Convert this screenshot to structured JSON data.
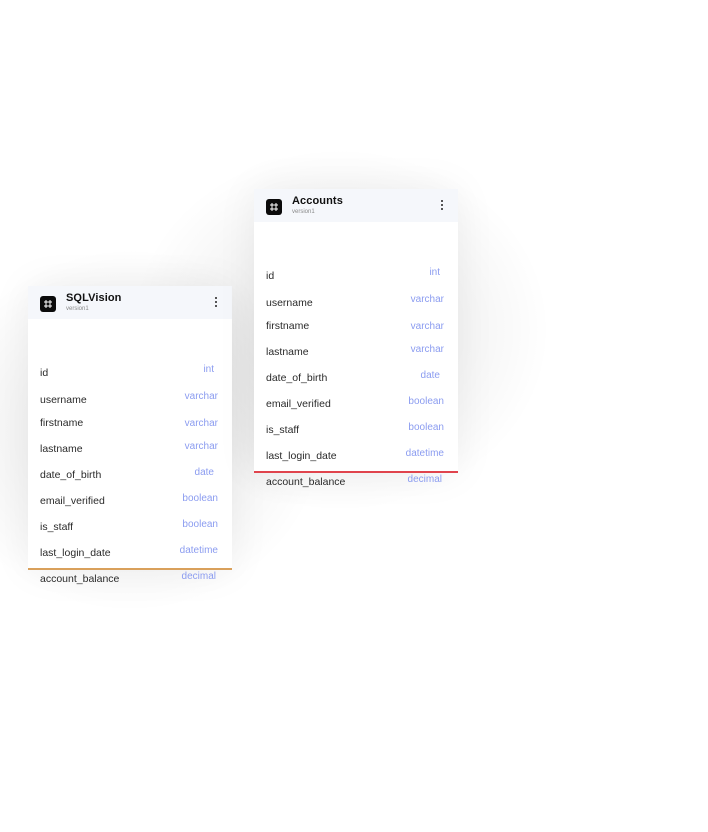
{
  "accent_colors": {
    "sqlvision_border": "#d9a05b",
    "accounts_border": "#e0444d",
    "type_text": "#8b9cf0"
  },
  "tables": [
    {
      "title": "SQLVision",
      "version": "version1",
      "fields": [
        {
          "name": "id",
          "type": "int"
        },
        {
          "name": "username",
          "type": "varchar"
        },
        {
          "name": "firstname",
          "type": "varchar"
        },
        {
          "name": "lastname",
          "type": "varchar"
        },
        {
          "name": "date_of_birth",
          "type": "date"
        },
        {
          "name": "email_verified",
          "type": "boolean"
        },
        {
          "name": "is_staff",
          "type": "boolean"
        },
        {
          "name": "last_login_date",
          "type": "datetime"
        },
        {
          "name": "account_balance",
          "type": "decimal"
        }
      ]
    },
    {
      "title": "Accounts",
      "version": "version1",
      "fields": [
        {
          "name": "id",
          "type": "int"
        },
        {
          "name": "username",
          "type": "varchar"
        },
        {
          "name": "firstname",
          "type": "varchar"
        },
        {
          "name": "lastname",
          "type": "varchar"
        },
        {
          "name": "date_of_birth",
          "type": "date"
        },
        {
          "name": "email_verified",
          "type": "boolean"
        },
        {
          "name": "is_staff",
          "type": "boolean"
        },
        {
          "name": "last_login_date",
          "type": "datetime"
        },
        {
          "name": "account_balance",
          "type": "decimal"
        }
      ]
    }
  ]
}
